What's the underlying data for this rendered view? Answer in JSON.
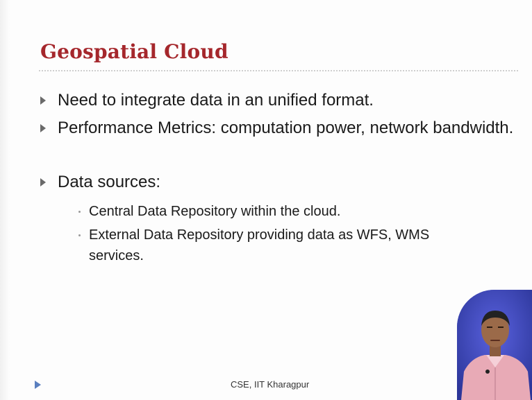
{
  "slide": {
    "title": "Geospatial Cloud",
    "bullets": [
      "Need to integrate data in an unified format.",
      "Performance Metrics: computation power, network bandwidth.",
      "Data sources:"
    ],
    "sub_bullets": [
      "Central Data Repository within the cloud.",
      "External Data Repository providing data as WFS, WMS services."
    ]
  },
  "footer": {
    "text": "CSE, IIT Kharagpur"
  },
  "colors": {
    "title": "#a5272c",
    "text": "#1a1a1a",
    "footer_arrow": "#5a7fbf"
  }
}
